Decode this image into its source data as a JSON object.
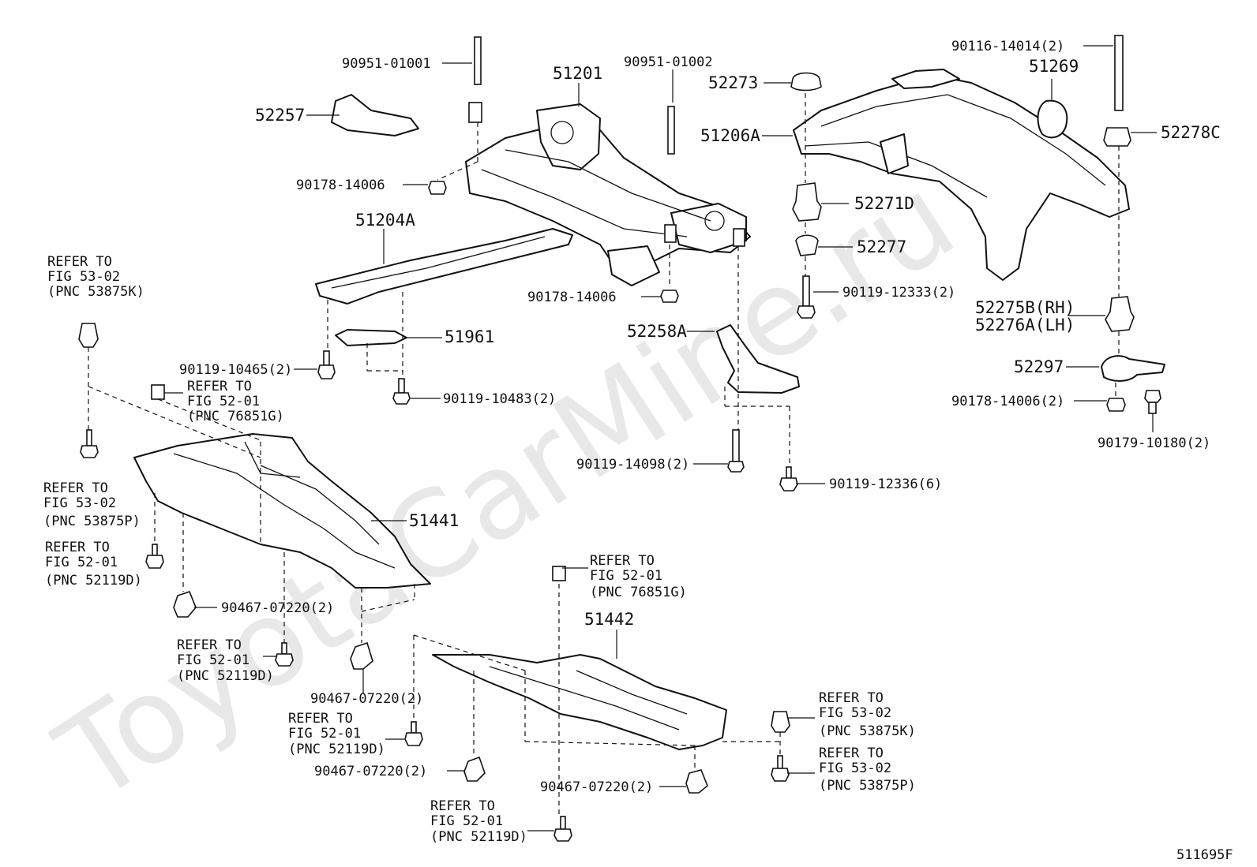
{
  "watermark": "ToyotaCarMine.ru",
  "figure_code": "511695F",
  "part_numbers": {
    "p90951_01001": "90951-01001",
    "p51201": "51201",
    "p90951_01002": "90951-01002",
    "p52257": "52257",
    "p90178_14006_a": "90178-14006",
    "p51204A": "51204A",
    "p90178_14006_b": "90178-14006",
    "p51961": "51961",
    "p90119_10465": "90119-10465(2)",
    "p90119_10483": "90119-10483(2)",
    "p52258A": "52258A",
    "p90119_14098": "90119-14098(2)",
    "p90119_12336": "90119-12336(6)",
    "p51441": "51441",
    "p90467_07220_a": "90467-07220(2)",
    "p90467_07220_b": "90467-07220(2)",
    "p51442": "51442",
    "p90467_07220_c": "90467-07220(2)",
    "p90467_07220_d": "90467-07220(2)",
    "p90116_14014": "90116-14014(2)",
    "p51269": "51269",
    "p52273": "52273",
    "p51206A": "51206A",
    "p52278C": "52278C",
    "p52271D": "52271D",
    "p52277": "52277",
    "p90119_12333": "90119-12333(2)",
    "p52275B": "52275B(RH)",
    "p52276A": "52276A(LH)",
    "p52297": "52297",
    "p90178_14006_c": "90178-14006(2)",
    "p90179_10180": "90179-10180(2)"
  },
  "references": [
    {
      "l1": "REFER TO",
      "l2": "FIG 53-02",
      "l3": "(PNC 53875K)"
    },
    {
      "l1": "REFER TO",
      "l2": "FIG 52-01",
      "l3": "(PNC 76851G)"
    },
    {
      "l1": "REFER TO",
      "l2": "FIG 53-02",
      "l3": "(PNC 53875P)"
    },
    {
      "l1": "REFER TO",
      "l2": "FIG 52-01",
      "l3": "(PNC 52119D)"
    },
    {
      "l1": "REFER TO",
      "l2": "FIG 52-01",
      "l3": "(PNC 52119D)"
    },
    {
      "l1": "REFER TO",
      "l2": "FIG 52-01",
      "l3": "(PNC 76851G)"
    },
    {
      "l1": "REFER TO",
      "l2": "FIG 52-01",
      "l3": "(PNC 52119D)"
    },
    {
      "l1": "REFER TO",
      "l2": "FIG 53-02",
      "l3": "(PNC 53875K)"
    },
    {
      "l1": "REFER TO",
      "l2": "FIG 53-02",
      "l3": "(PNC 53875P)"
    },
    {
      "l1": "REFER TO",
      "l2": "FIG 52-01",
      "l3": "(PNC 52119D)"
    }
  ]
}
